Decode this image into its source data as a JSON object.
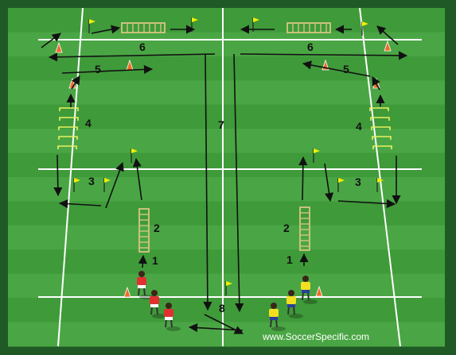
{
  "diagram": {
    "station_labels": {
      "left_1": "1",
      "left_2": "2",
      "left_3": "3",
      "left_4": "4",
      "left_5": "5",
      "left_6": "6",
      "right_1": "1",
      "right_2": "2",
      "right_3": "3",
      "right_4": "4",
      "right_5": "5",
      "right_6": "6",
      "center_7": "7",
      "center_8": "8"
    },
    "watermark": "www.SoccerSpecific.com",
    "colors": {
      "pitch_dark": "#3f9a3a",
      "pitch_light": "#4aa644",
      "border": "#1f5a26",
      "line": "#ffffff",
      "arrow": "#111111",
      "cone": "#f06a2a",
      "ladder": "#c9c27a",
      "hurdle": "#e8f060",
      "flag": "#f2f000",
      "team_red": "#e03030",
      "team_yellow": "#f2e020"
    }
  }
}
